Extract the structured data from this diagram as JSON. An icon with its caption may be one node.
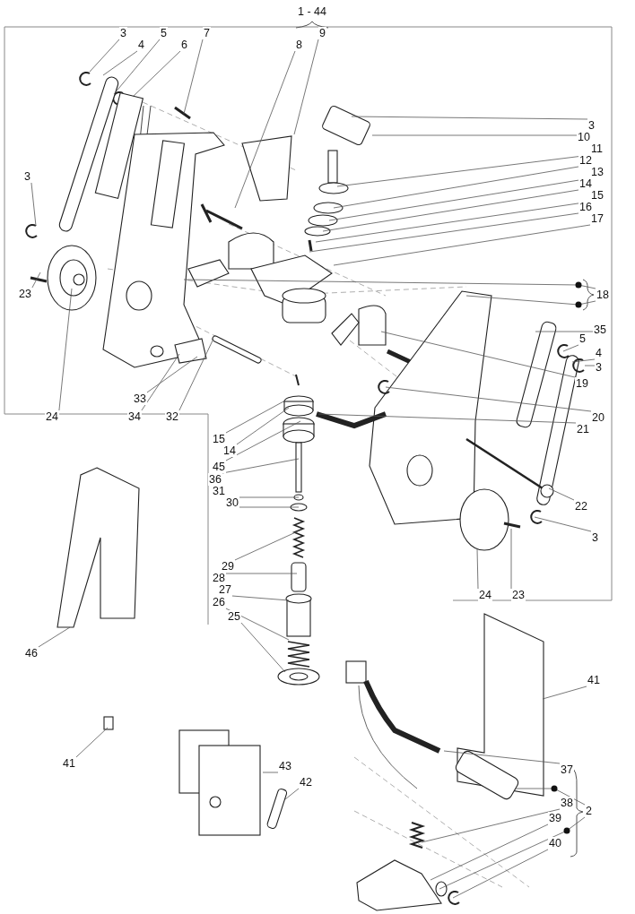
{
  "diagram": {
    "nodes": [
      {
        "text": [
          "3"
        ]
      },
      {
        "text": [
          "4"
        ]
      },
      {
        "text": [
          "5"
        ]
      },
      {
        "text": [
          "6"
        ]
      },
      {
        "text": [
          "7"
        ]
      },
      {
        "text": [
          "8"
        ]
      },
      {
        "text": [
          "9"
        ]
      },
      {
        "text": [
          "3"
        ]
      },
      {
        "text": [
          "10"
        ]
      },
      {
        "text": [
          "11"
        ]
      },
      {
        "text": [
          "12"
        ]
      },
      {
        "text": [
          "13"
        ]
      },
      {
        "text": [
          "14"
        ]
      },
      {
        "text": [
          "15"
        ]
      },
      {
        "text": [
          "16"
        ]
      },
      {
        "text": [
          "17"
        ]
      },
      {
        "text": [
          "3"
        ]
      },
      {
        "text": [
          "23"
        ]
      },
      {
        "text": [
          "18"
        ]
      },
      {
        "text": [
          "35"
        ]
      },
      {
        "text": [
          "5"
        ]
      },
      {
        "text": [
          "4"
        ]
      },
      {
        "text": [
          "3"
        ]
      },
      {
        "text": [
          "19"
        ]
      },
      {
        "text": [
          "24"
        ]
      },
      {
        "text": [
          "34"
        ]
      },
      {
        "text": [
          "33"
        ]
      },
      {
        "text": [
          "32"
        ]
      },
      {
        "text": [
          "20"
        ]
      },
      {
        "text": [
          "21"
        ]
      },
      {
        "text": [
          "15"
        ]
      },
      {
        "text": [
          "14"
        ]
      },
      {
        "text": [
          "45"
        ]
      },
      {
        "text": [
          "36"
        ]
      },
      {
        "text": [
          "31"
        ]
      },
      {
        "text": [
          "30"
        ]
      },
      {
        "text": [
          "22"
        ]
      },
      {
        "text": [
          "3"
        ]
      },
      {
        "text": [
          "29"
        ]
      },
      {
        "text": [
          "28"
        ]
      },
      {
        "text": [
          "27"
        ]
      },
      {
        "text": [
          "26"
        ]
      },
      {
        "text": [
          "25"
        ]
      },
      {
        "text": [
          "24"
        ]
      },
      {
        "text": [
          "23"
        ]
      },
      {
        "text": [
          "46"
        ]
      },
      {
        "text": [
          "41"
        ]
      },
      {
        "text": [
          "41"
        ]
      },
      {
        "text": [
          "43"
        ]
      },
      {
        "text": [
          "42"
        ]
      },
      {
        "text": [
          "37"
        ]
      },
      {
        "text": [
          "38"
        ]
      },
      {
        "text": [
          "2"
        ]
      },
      {
        "text": [
          "39"
        ]
      },
      {
        "text": [
          "40"
        ]
      }
    ],
    "edges": [
      {
        "from": 0,
        "to": null,
        "arrow": "none"
      },
      {
        "from": 1,
        "to": null,
        "arrow": "none"
      },
      {
        "from": 2,
        "to": null,
        "arrow": "none"
      },
      {
        "from": 3,
        "to": null,
        "arrow": "none"
      },
      {
        "from": 4,
        "to": null,
        "arrow": "none"
      },
      {
        "from": 5,
        "to": null,
        "arrow": "none"
      },
      {
        "from": 6,
        "to": null,
        "arrow": "none"
      },
      {
        "from": 7,
        "to": null,
        "arrow": "none"
      },
      {
        "from": 8,
        "to": null,
        "arrow": "none"
      },
      {
        "from": 9,
        "to": null,
        "arrow": "none"
      },
      {
        "from": 10,
        "to": null,
        "arrow": "none"
      },
      {
        "from": 11,
        "to": null,
        "arrow": "none"
      },
      {
        "from": 12,
        "to": null,
        "arrow": "none"
      },
      {
        "from": 13,
        "to": null,
        "arrow": "none"
      },
      {
        "from": 14,
        "to": null,
        "arrow": "none"
      },
      {
        "from": 15,
        "to": null,
        "arrow": "none"
      },
      {
        "from": 16,
        "to": null,
        "arrow": "none"
      },
      {
        "from": 17,
        "to": null,
        "arrow": "none"
      },
      {
        "from": 18,
        "to": null,
        "arrow": "none"
      },
      {
        "from": 18,
        "to": null,
        "arrow": "none"
      },
      {
        "from": 19,
        "to": null,
        "arrow": "none"
      },
      {
        "from": 20,
        "to": null,
        "arrow": "none"
      },
      {
        "from": 21,
        "to": null,
        "arrow": "none"
      },
      {
        "from": 22,
        "to": null,
        "arrow": "none"
      },
      {
        "from": 23,
        "to": null,
        "arrow": "none"
      },
      {
        "from": 24,
        "to": null,
        "arrow": "none"
      },
      {
        "from": 25,
        "to": null,
        "arrow": "none"
      },
      {
        "from": 26,
        "to": null,
        "arrow": "none"
      },
      {
        "from": 27,
        "to": null,
        "arrow": "none"
      },
      {
        "from": 28,
        "to": null,
        "arrow": "none"
      },
      {
        "from": 29,
        "to": null,
        "arrow": "none"
      },
      {
        "from": 30,
        "to": null,
        "arrow": "none"
      },
      {
        "from": 31,
        "to": null,
        "arrow": "none"
      },
      {
        "from": 32,
        "to": null,
        "arrow": "none"
      },
      {
        "from": 33,
        "to": null,
        "arrow": "none"
      },
      {
        "from": 34,
        "to": null,
        "arrow": "none"
      },
      {
        "from": 35,
        "to": null,
        "arrow": "none"
      },
      {
        "from": 36,
        "to": null,
        "arrow": "none"
      },
      {
        "from": 37,
        "to": null,
        "arrow": "none"
      },
      {
        "from": 38,
        "to": null,
        "arrow": "none"
      },
      {
        "from": 39,
        "to": null,
        "arrow": "none"
      },
      {
        "from": 40,
        "to": null,
        "arrow": "none"
      },
      {
        "from": 41,
        "to": null,
        "arrow": "none"
      },
      {
        "from": 42,
        "to": null,
        "arrow": "none"
      },
      {
        "from": 43,
        "to": null,
        "arrow": "none"
      },
      {
        "from": 44,
        "to": null,
        "arrow": "none"
      },
      {
        "from": 45,
        "to": null,
        "arrow": "none"
      },
      {
        "from": 46,
        "to": null,
        "arrow": "none"
      },
      {
        "from": 47,
        "to": null,
        "arrow": "none"
      },
      {
        "from": 48,
        "to": null,
        "arrow": "none"
      },
      {
        "from": 49,
        "to": null,
        "arrow": "none"
      },
      {
        "from": 50,
        "to": null,
        "arrow": "none"
      },
      {
        "from": 51,
        "to": null,
        "arrow": "none"
      },
      {
        "from": 52,
        "to": null,
        "arrow": "none"
      },
      {
        "from": 52,
        "to": null,
        "arrow": "none"
      },
      {
        "from": 53,
        "to": null,
        "arrow": "none"
      },
      {
        "from": 54,
        "to": null,
        "arrow": "none"
      }
    ],
    "labels": [
      "1 - 44"
    ]
  }
}
